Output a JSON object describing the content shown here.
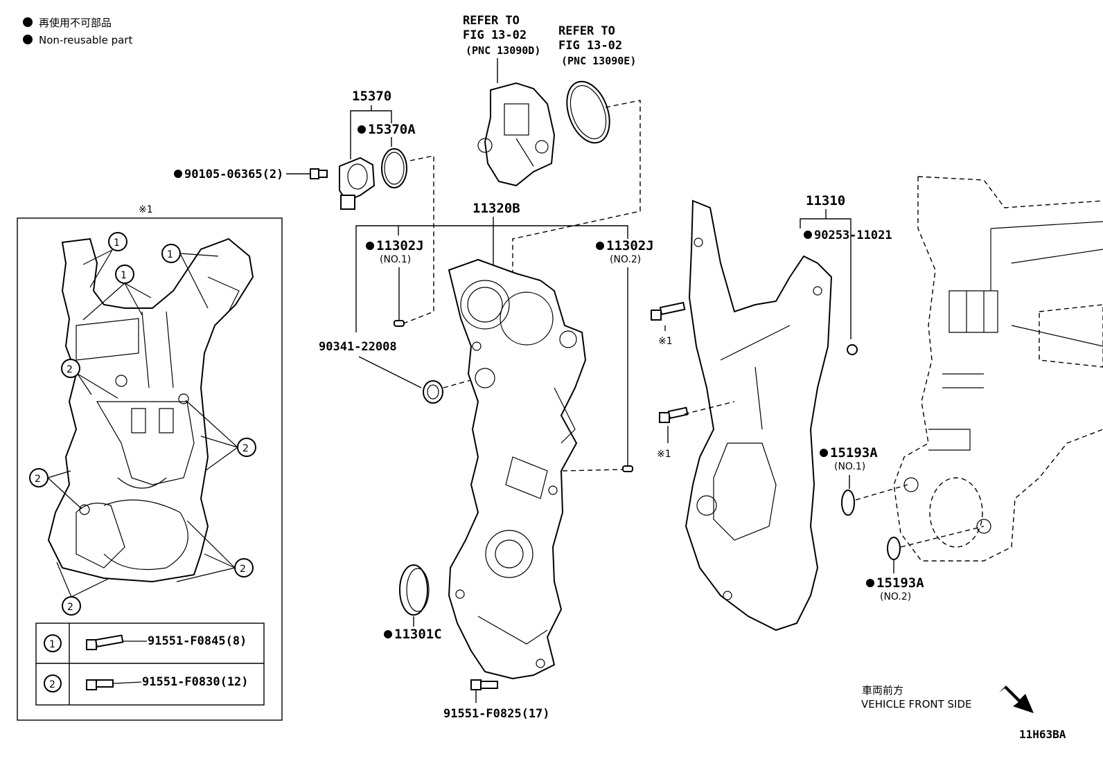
{
  "legend": {
    "nonreusable_jp": "再使用不可部品",
    "nonreusable_en": "Non-reusable part"
  },
  "refer_a": {
    "line1": "REFER TO",
    "line2": "FIG 13-02",
    "line3": "(PNC 13090D)"
  },
  "refer_b": {
    "line1": "REFER TO",
    "line2": "FIG 13-02",
    "line3": "(PNC 13090E)"
  },
  "parts": {
    "p15370": "15370",
    "p15370a": "15370A",
    "p90105": "90105-06365(2)",
    "p11320b": "11320B",
    "p11302j_1": "11302J",
    "p11302j_1_sub": "(NO.1)",
    "p11302j_2": "11302J",
    "p11302j_2_sub": "(NO.2)",
    "p90341": "90341-22008",
    "p11301c": "11301C",
    "p91551_f0825": "91551-F0825(17)",
    "p11310": "11310",
    "p90253": "90253-11021",
    "p15193a_1": "15193A",
    "p15193a_1_sub": "(NO.1)",
    "p15193a_2": "15193A",
    "p15193a_2_sub": "(NO.2)"
  },
  "note_mark": "※1",
  "inset": {
    "title": "※1",
    "callout_1": "1",
    "callout_2": "2",
    "table": [
      {
        "num": "1",
        "part": "91551-F0845(8)"
      },
      {
        "num": "2",
        "part": "91551-F0830(12)"
      }
    ]
  },
  "direction": {
    "jp": "車両前方",
    "en": "VEHICLE FRONT SIDE"
  },
  "figure_code": "11H63BA"
}
